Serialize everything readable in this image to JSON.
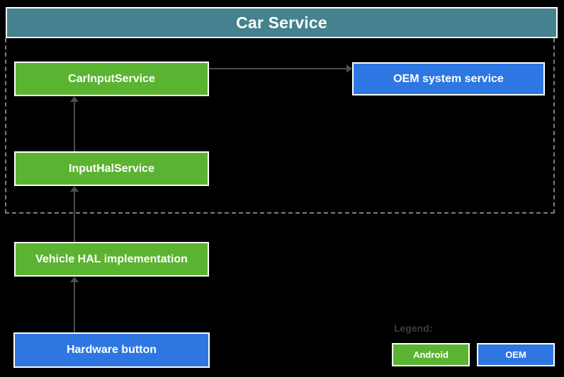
{
  "diagram": {
    "title": "Car Service",
    "nodes": [
      {
        "id": "car-input-service",
        "label": "CarInputService",
        "type": "android"
      },
      {
        "id": "oem-system-service",
        "label": "OEM system service",
        "type": "oem"
      },
      {
        "id": "input-hal-service",
        "label": "InputHalService",
        "type": "android"
      },
      {
        "id": "vehicle-hal-implementation",
        "label": "Vehicle HAL implementation",
        "type": "android"
      },
      {
        "id": "hardware-button",
        "label": "Hardware button",
        "type": "oem"
      }
    ],
    "edges": [
      {
        "from": "hardware-button",
        "to": "vehicle-hal-implementation",
        "direction": "up"
      },
      {
        "from": "vehicle-hal-implementation",
        "to": "input-hal-service",
        "direction": "up"
      },
      {
        "from": "input-hal-service",
        "to": "car-input-service",
        "direction": "up"
      },
      {
        "from": "car-input-service",
        "to": "oem-system-service",
        "direction": "right"
      }
    ],
    "legend": {
      "label": "Legend:",
      "items": [
        {
          "label": "Android",
          "color": "#5BB431"
        },
        {
          "label": "OEM",
          "color": "#2E77E2"
        }
      ]
    },
    "colors": {
      "background": "#000000",
      "header": "#45818E",
      "android": "#5BB431",
      "oem": "#2E77E2",
      "arrow": "#4D4D4D",
      "dashed_border": "#7B7B7B",
      "legend_text": "#3C3C3C",
      "box_border": "#FFFFFF"
    }
  }
}
